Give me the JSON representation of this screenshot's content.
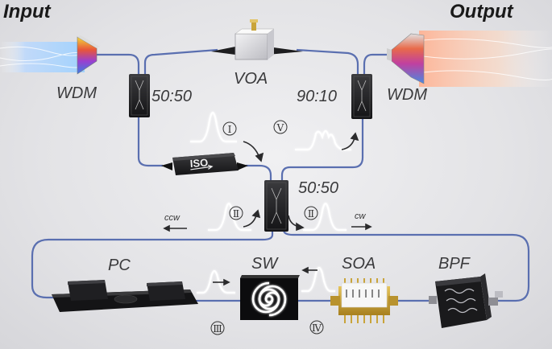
{
  "labels": {
    "input": "Input",
    "output": "Output",
    "wdm_left": "WDM",
    "wdm_right": "WDM",
    "coupler_left": "50:50",
    "voa": "VOA",
    "coupler_right": "90:10",
    "coupler_center": "50:50",
    "isolator": "ISO",
    "ccw": "ccw",
    "cw": "cw",
    "pc": "PC",
    "sw": "SW",
    "soa": "SOA",
    "bpf": "BPF"
  },
  "markers": {
    "m1": "Ⅰ",
    "m2a": "Ⅱ",
    "m2b": "Ⅱ",
    "m3": "Ⅲ",
    "m4": "Ⅳ",
    "m5": "Ⅴ"
  },
  "colors": {
    "fiber": "#5a6fb0",
    "component_dark": "#1c1c1e",
    "soa_gold": "#c9a43a"
  }
}
